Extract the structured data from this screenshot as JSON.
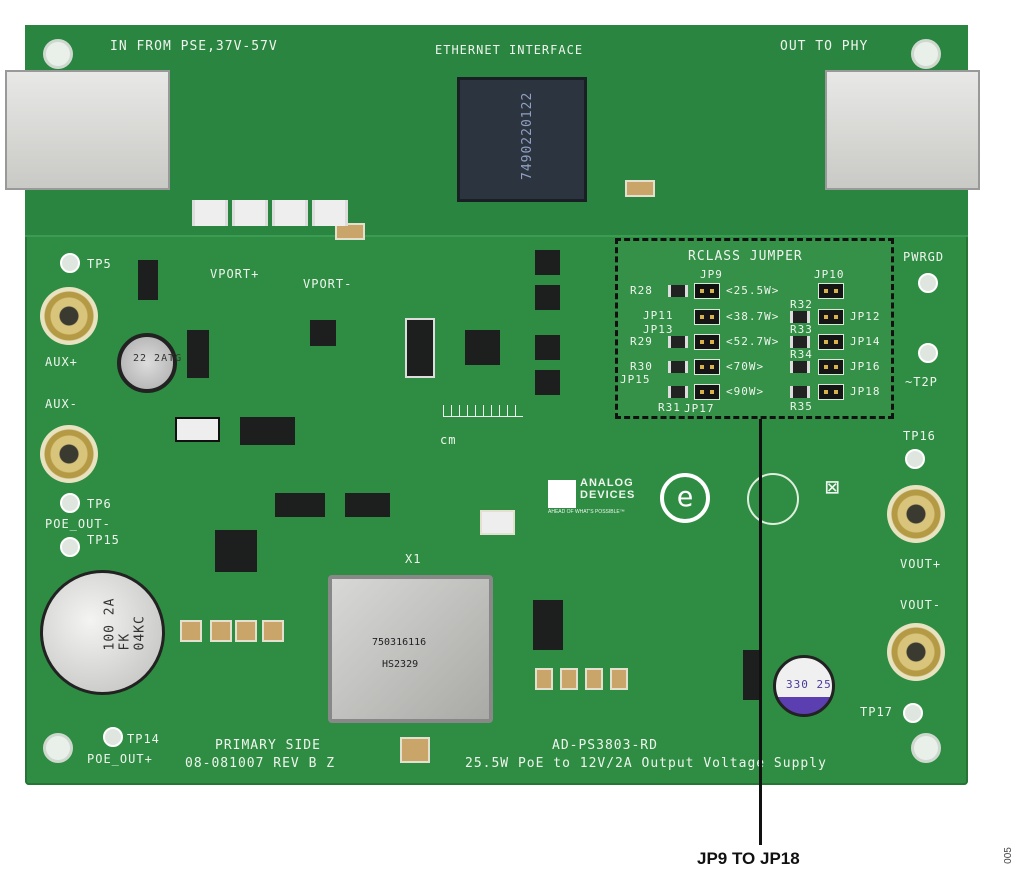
{
  "board": {
    "in_from_pse": "IN FROM PSE,37V-57V",
    "ethernet_interface": "ETHERNET INTERFACE",
    "out_to_phy": "OUT TO PHY",
    "transformer_part": "7490220122",
    "rclass_jumper": "RCLASS JUMPER",
    "jumpers": {
      "jp9": "JP9",
      "jp10": "JP10",
      "jp11": "JP11",
      "jp12": "JP12",
      "jp13": "JP13",
      "jp14": "JP14",
      "jp15": "JP15",
      "jp16": "JP16",
      "jp17": "JP17",
      "jp18": "JP18"
    },
    "class_labels": {
      "w25": "<25.5W>",
      "w38": "<38.7W>",
      "w52": "<52.7W>",
      "w70": "<70W>",
      "w90": "<90W>"
    },
    "resistors": {
      "r28": "R28",
      "r29": "R29",
      "r30": "R30",
      "r31": "R31",
      "r32": "R32",
      "r33": "R33",
      "r34": "R34",
      "r35": "R35"
    },
    "pwrgd": "PWRGD",
    "t2p": "~T2P",
    "vport_plus": "VPORT+",
    "vport_minus": "VPORT-",
    "aux_plus": "AUX+",
    "aux_minus": "AUX-",
    "poe_out_minus": "POE_OUT-",
    "poe_out_plus": "POE_OUT+",
    "vout_plus": "VOUT+",
    "vout_minus": "VOUT-",
    "tp5": "TP5",
    "tp6": "TP6",
    "tp14": "TP14",
    "tp15": "TP15",
    "tp16": "TP16",
    "tp17": "TP17",
    "cm": "cm",
    "brand_name": "ANALOG DEVICES",
    "brand_tagline": "AHEAD OF WHAT'S POSSIBLE™",
    "x1_part": "750316116",
    "x1_code": "HS2329",
    "x1": "X1",
    "c26_value": "330 25",
    "primary_side": "PRIMARY SIDE",
    "revision": "08-081007 REV B Z",
    "board_name": "AD-PS3803-RD",
    "board_desc": "25.5W PoE to 12V/2A Output Voltage Supply",
    "cap_100": "100 2A FK 04KC",
    "cap_22": "22 2ATG"
  },
  "annotation": {
    "callout": "JP9 TO JP18",
    "figure_number": "005"
  }
}
